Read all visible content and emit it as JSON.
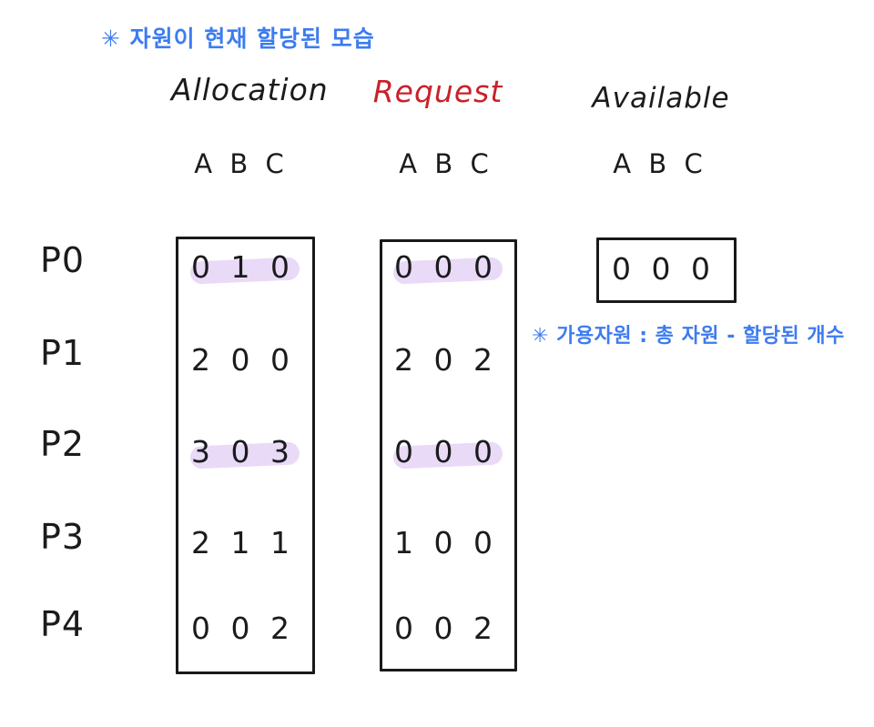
{
  "notes": {
    "top": "✳ 자원이 현재 할당된 모습",
    "available": "✳ 가용자원 : 총 자원 - 할당된 개수"
  },
  "columns": {
    "allocation": {
      "label": "Allocation",
      "abc": "A B C"
    },
    "request": {
      "label": "Request",
      "abc": "A B C"
    },
    "available": {
      "label": "Available",
      "abc": "A B C"
    }
  },
  "processes": [
    "P0",
    "P1",
    "P2",
    "P3",
    "P4"
  ],
  "matrix": {
    "allocation": {
      "values": [
        "0 1 0",
        "2 0 0",
        "3 0 3",
        "2 1 1",
        "0 0 2"
      ],
      "highlighted_rows": [
        0,
        2
      ]
    },
    "request": {
      "values": [
        "0 0 0",
        "2 0 2",
        "0 0 0",
        "1 0 0",
        "0 0 2"
      ],
      "highlighted_rows": [
        0,
        2
      ]
    },
    "available": {
      "values": [
        "0 0 0"
      ],
      "highlighted_rows": []
    }
  },
  "colors": {
    "annotation_blue": "#3d7cf0",
    "request_red": "#c8222a",
    "highlight_lavender": "#e9daf7",
    "ink": "#1b1b1e"
  }
}
